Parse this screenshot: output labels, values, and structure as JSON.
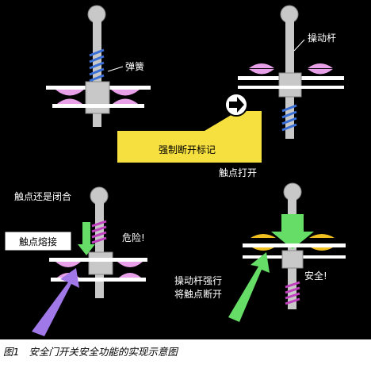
{
  "labels": {
    "spring": "弹簧",
    "operating_rod": "操动杆",
    "forced_break_mark": "强制断开标记",
    "contacts_open": "触点打开",
    "contacts_still_closed": "触点还是闭合",
    "contacts_welded": "触点熔接",
    "danger": "危险!",
    "safe": "安全!",
    "rod_force_line1": "操动杆强行",
    "rod_force_line2": "将触点断开"
  },
  "caption": {
    "figure_no": "图1",
    "text": "安全门开关安全功能的实现示意图"
  },
  "colors": {
    "background": "#000000",
    "rod": "#c8c8c8",
    "spring": "#3a6fd8",
    "spring_compressed": "#c040c0",
    "contact_pink": "#e8a0e8",
    "contact_yellow": "#f0c020",
    "mark_panel": "#f5e040",
    "green_arrow": "#66dd66",
    "purple_arrow": "#a078e8"
  },
  "icons": {
    "forced_break_mark": "right-arrow-circle-icon"
  }
}
